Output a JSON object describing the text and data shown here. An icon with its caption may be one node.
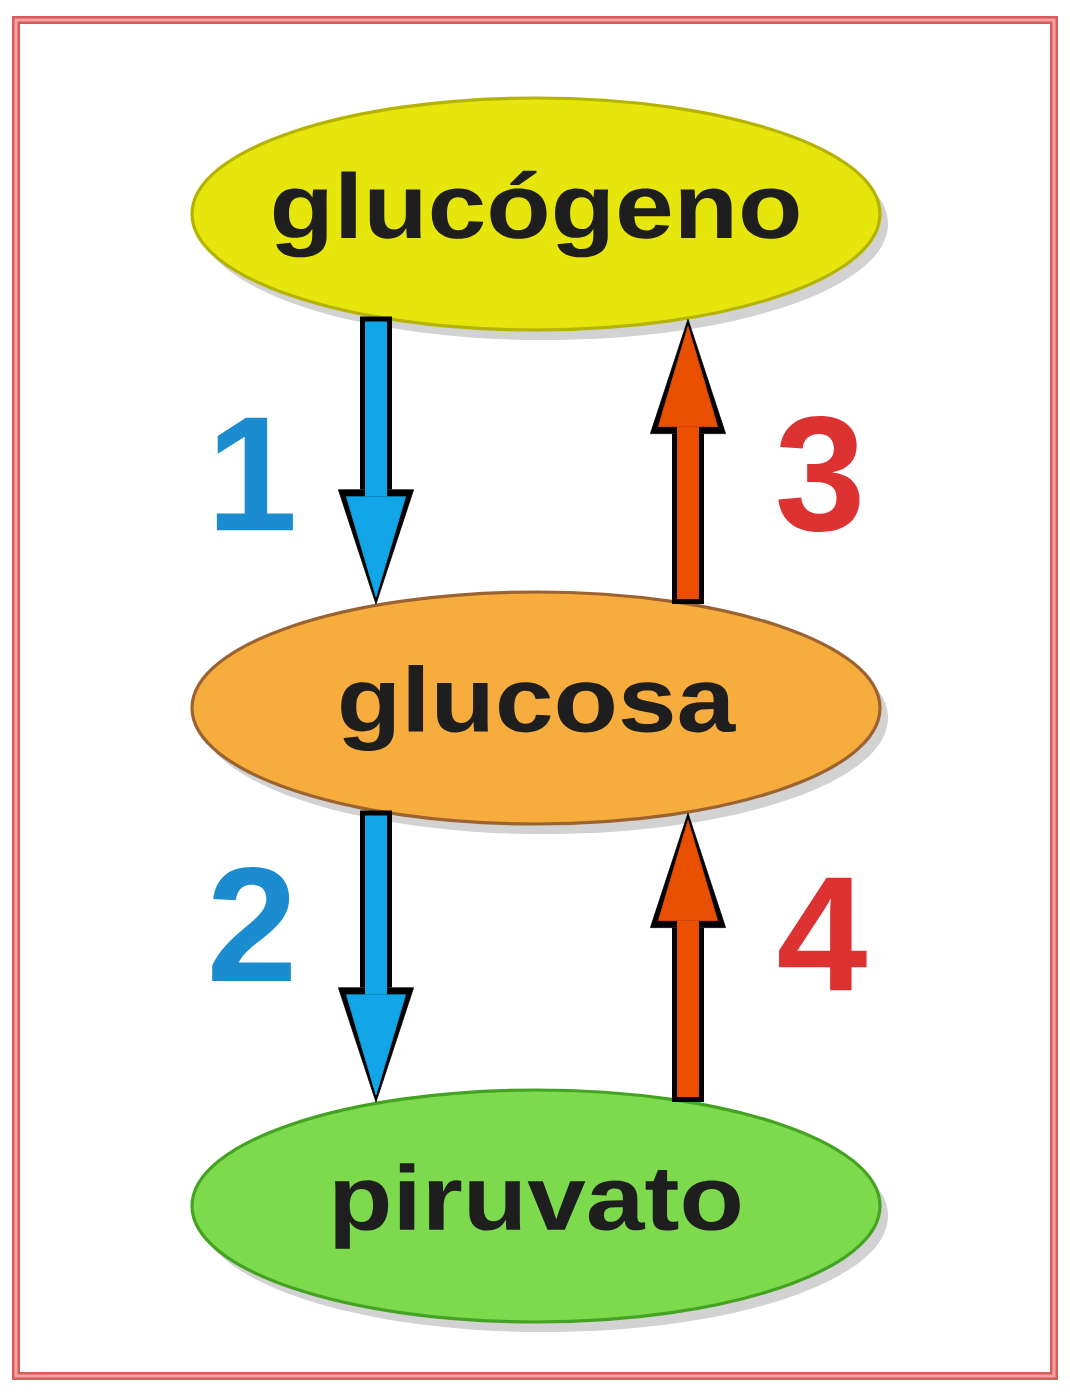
{
  "diagram": {
    "nodes": [
      {
        "text": [
          "glucógeno"
        ]
      },
      {
        "text": [
          "glucosa"
        ]
      },
      {
        "text": [
          "piruvato"
        ]
      }
    ],
    "edges": [
      {
        "from": 0,
        "to": 1,
        "arrow": "to",
        "label": "1",
        "color": "#12a6e8"
      },
      {
        "from": 1,
        "to": 2,
        "arrow": "to",
        "label": "2",
        "color": "#12a6e8"
      },
      {
        "from": 1,
        "to": 0,
        "arrow": "to",
        "label": "3",
        "color": "#e84f00"
      },
      {
        "from": 2,
        "to": 1,
        "arrow": "to",
        "label": "4",
        "color": "#e84f00"
      }
    ]
  }
}
